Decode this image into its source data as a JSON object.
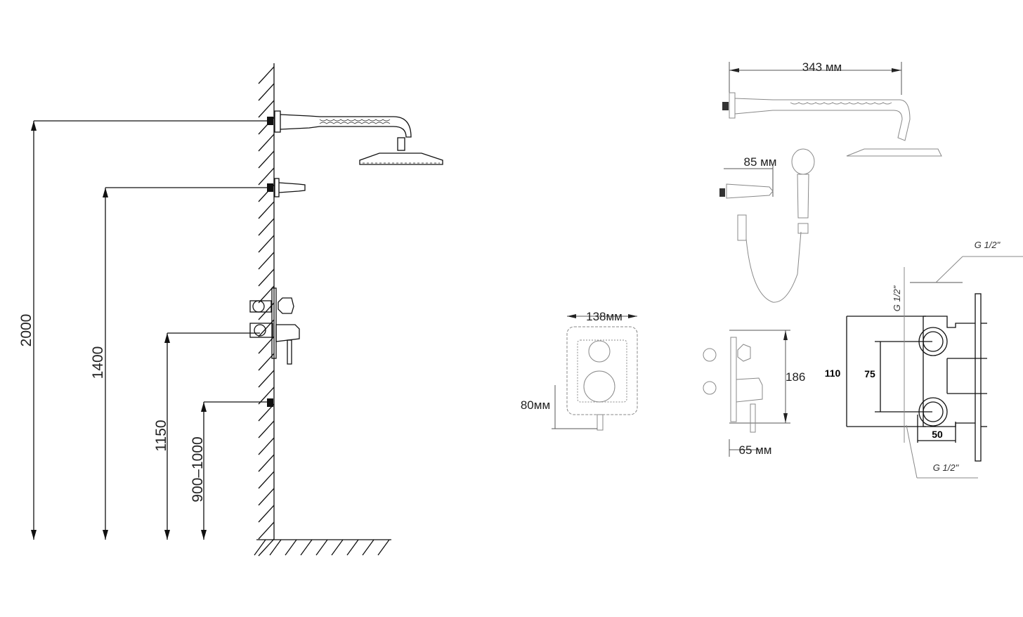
{
  "installation_heights": {
    "rain_shower": "2000",
    "hand_shower_outlet": "1400",
    "mixer": "1150",
    "lower_outlet": "900–1000"
  },
  "dimensions": {
    "shower_arm_length": "343 мм",
    "wall_outlet_depth": "85 мм",
    "plate_width": "138мм",
    "plate_offset": "80мм",
    "mixer_height": "186",
    "mixer_depth": "65 мм",
    "body_height": "110",
    "inlet_spacing": "75",
    "body_depth": "50",
    "thread_top": "G 1/2\"",
    "thread_side": "G 1/2\"",
    "thread_bottom": "G 1/2\""
  }
}
